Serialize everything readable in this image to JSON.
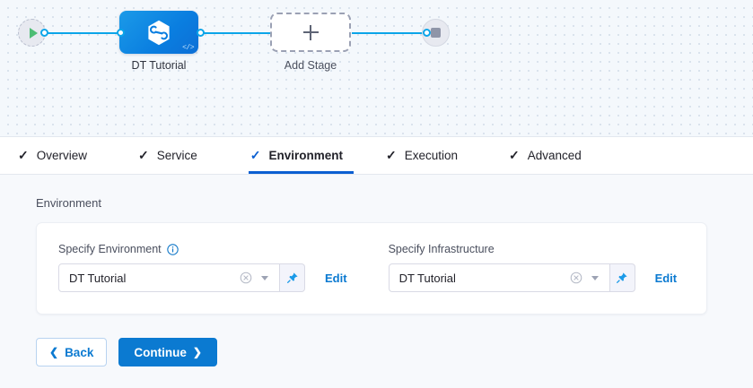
{
  "canvas": {
    "start_node": {
      "icon": "play-icon",
      "label": ""
    },
    "end_node": {
      "icon": "stop-icon",
      "label": ""
    },
    "stage": {
      "label": "DT Tutorial",
      "icon": "harness-hexagon-icon",
      "badge": "</>"
    },
    "add_stage": {
      "label": "Add Stage",
      "icon": "plus-icon"
    }
  },
  "tabs": [
    {
      "label": "Overview",
      "check": "✓",
      "active": false
    },
    {
      "label": "Service",
      "check": "✓",
      "active": false
    },
    {
      "label": "Environment",
      "check": "✓",
      "active": true
    },
    {
      "label": "Execution",
      "check": "✓",
      "active": false
    },
    {
      "label": "Advanced",
      "check": "✓",
      "active": false
    }
  ],
  "main": {
    "section_title": "Environment",
    "environment": {
      "label": "Specify Environment",
      "has_info_icon": true,
      "value": "DT Tutorial",
      "clear_icon": "clear-circle-icon",
      "dropdown_icon": "chevron-down-icon",
      "pin_icon": "pin-icon",
      "edit_label": "Edit"
    },
    "infrastructure": {
      "label": "Specify Infrastructure",
      "has_info_icon": false,
      "value": "DT Tutorial",
      "clear_icon": "clear-circle-icon",
      "dropdown_icon": "chevron-down-icon",
      "pin_icon": "pin-icon",
      "edit_label": "Edit"
    }
  },
  "footer": {
    "back_label": "Back",
    "back_arrow": "❮",
    "continue_label": "Continue",
    "continue_arrow": "❯"
  },
  "colors": {
    "accent_blue": "#0b7ad1",
    "edge_blue": "#0ba5e9",
    "active_tab_underline": "#0b5fd1",
    "play_green": "#4dbd74",
    "canvas_bg": "#f4f8fc",
    "page_bg": "#f7f9fc"
  }
}
